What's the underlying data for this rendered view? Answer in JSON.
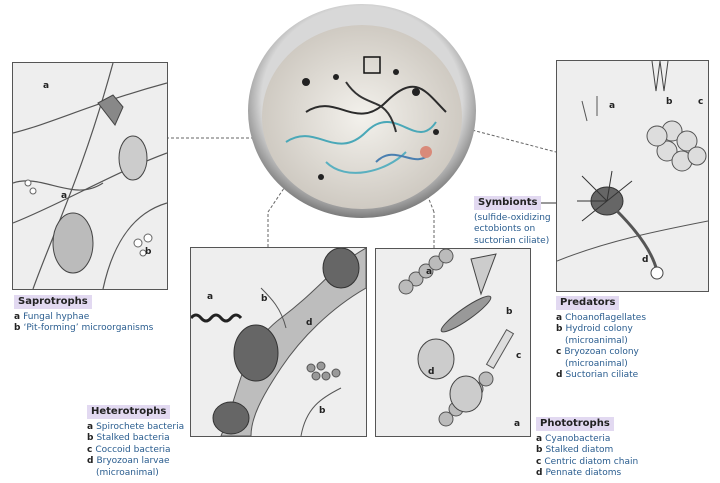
{
  "saprotrophs": {
    "title": "Saprotrophs",
    "items": [
      {
        "letter": "a",
        "text": "Fungal hyphae"
      },
      {
        "letter": "b",
        "text": "‘Pit-forming’ microorganisms"
      }
    ]
  },
  "heterotrophs": {
    "title": "Heterotrophs",
    "items": [
      {
        "letter": "a",
        "text": "Spirochete bacteria"
      },
      {
        "letter": "b",
        "text": "Stalked bacteria"
      },
      {
        "letter": "c",
        "text": "Coccoid bacteria"
      },
      {
        "letter": "d",
        "text": "Bryozoan larvae"
      },
      {
        "letter": "",
        "text": "(microanimal)"
      }
    ]
  },
  "phototrophs": {
    "title": "Phototrophs",
    "items": [
      {
        "letter": "a",
        "text": "Cyanobacteria"
      },
      {
        "letter": "b",
        "text": "Stalked diatom"
      },
      {
        "letter": "c",
        "text": "Centric diatom chain"
      },
      {
        "letter": "d",
        "text": "Pennate diatoms"
      }
    ]
  },
  "predators": {
    "title": "Predators",
    "items": [
      {
        "letter": "a",
        "text": "Choanoflagellates"
      },
      {
        "letter": "b",
        "text": "Hydroid colony"
      },
      {
        "letter": "",
        "text": "(microanimal)"
      },
      {
        "letter": "c",
        "text": "Bryozoan colony"
      },
      {
        "letter": "",
        "text": "(microanimal)"
      },
      {
        "letter": "d",
        "text": "Suctorian ciliate"
      }
    ]
  },
  "symbionts": {
    "title": "Symbionts",
    "lines": [
      "(sulfide-oxidizing",
      "ectobionts on",
      "suctorian ciliate)"
    ]
  },
  "panel_letters": {
    "a": "a",
    "b": "b",
    "c": "c",
    "d": "d"
  }
}
